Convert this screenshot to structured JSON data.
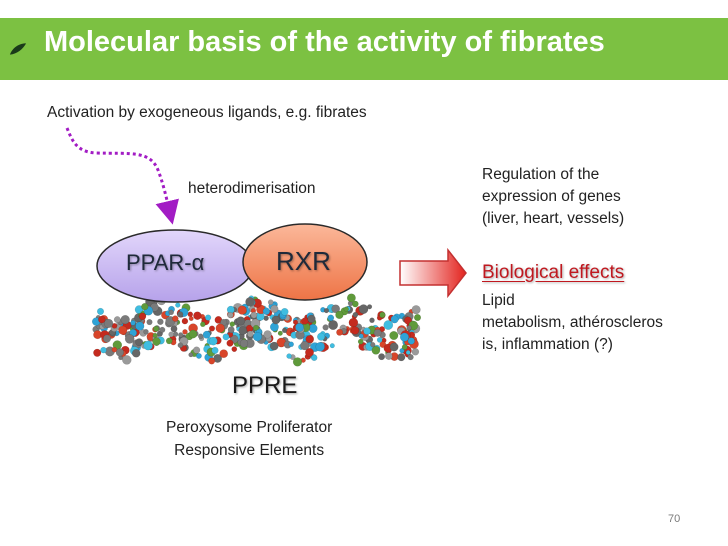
{
  "title": "Molecular basis of the activity of fibrates",
  "activation_text": "Activation by exogeneous ligands, e.g. fibrates",
  "heterodimerisation": "heterodimerisation",
  "ppar_label": "PPAR-α",
  "rxr_label": "RXR",
  "regulation_lines": [
    "Regulation of the",
    "expression of genes",
    "(liver, heart, vessels)"
  ],
  "biological_effects": "Biological effects",
  "effects_lines": [
    "Lipid",
    "metabolism, athéroscleros",
    "is, inflammation (?)"
  ],
  "ppre_label": "PPRE",
  "ppre_desc_lines": [
    "Peroxysome Proliferator",
    "Responsive Elements"
  ],
  "page_number": "70",
  "colors": {
    "title_bar": "#7cc142",
    "ppar_fill": "#c8b8f0",
    "rxr_fill": "#f2895b",
    "dotted_arrow": "#a21cc4",
    "biological_effects": "#c0181f"
  },
  "icons": {
    "title_bullet": "leaf-bullet-icon",
    "dna": "dna-molecule-illustration",
    "arrow": "right-arrow-icon"
  }
}
